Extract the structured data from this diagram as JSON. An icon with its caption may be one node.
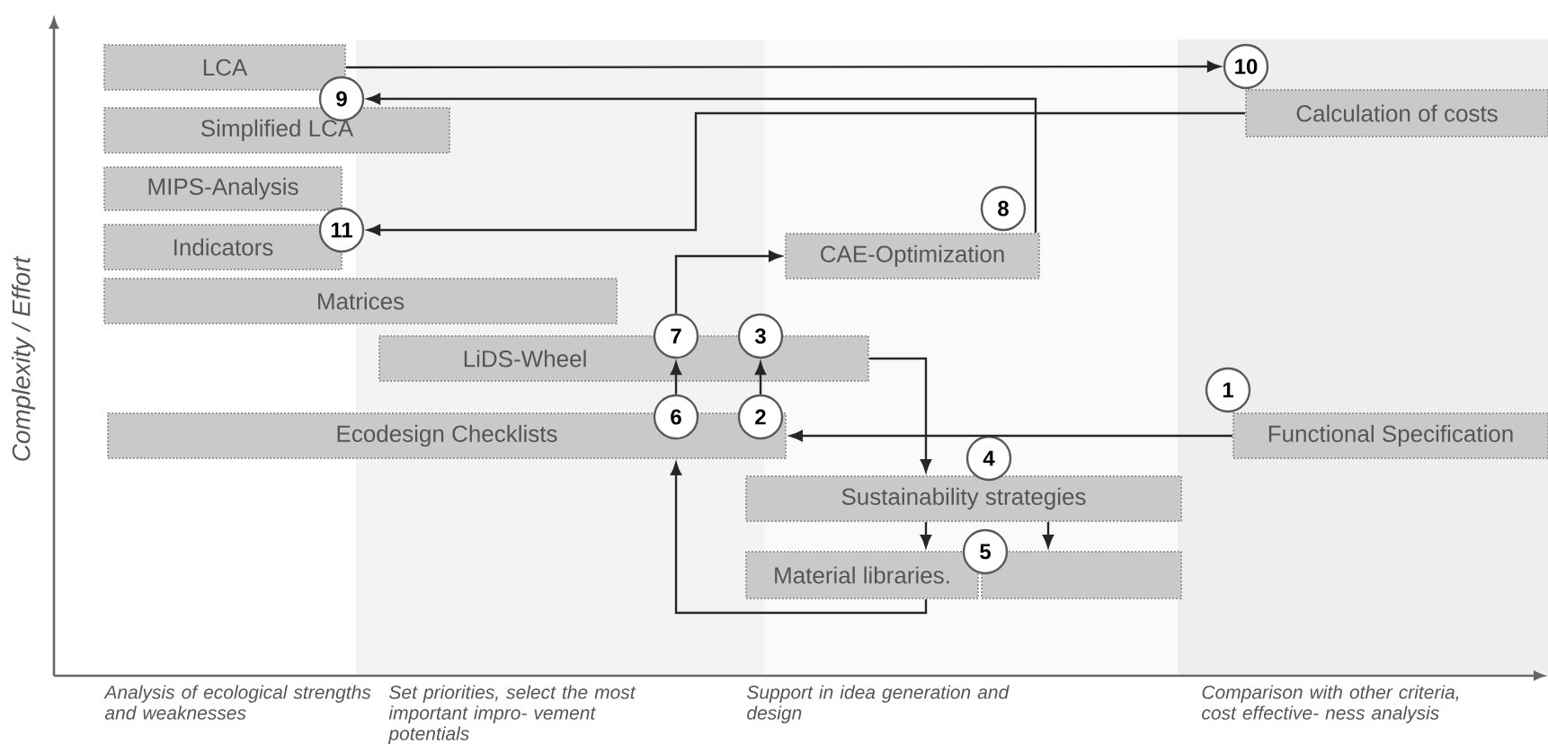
{
  "diagram": {
    "nodes": [
      {
        "text": [
          "LCA"
        ]
      },
      {
        "text": [
          "Simplified LCA"
        ]
      },
      {
        "text": [
          "MIPS-Analysis"
        ]
      },
      {
        "text": [
          "Indicators"
        ]
      },
      {
        "text": [
          "Matrices"
        ]
      },
      {
        "text": [
          "LiDS-Wheel"
        ]
      },
      {
        "text": [
          "Ecodesign Checklists"
        ]
      },
      {
        "text": [
          "CAE-Optimization"
        ]
      },
      {
        "text": [
          "Calculation of costs"
        ]
      },
      {
        "text": [
          "Functional Specification"
        ]
      },
      {
        "text": [
          "Sustainability strategies"
        ]
      },
      {
        "text": [
          "Material libraries."
        ]
      },
      {
        "text": [],
        "shape": "box"
      },
      {
        "text": [
          "1"
        ]
      },
      {
        "text": [
          "2"
        ]
      },
      {
        "text": [
          "3"
        ]
      },
      {
        "text": [
          "4"
        ]
      },
      {
        "text": [
          "5"
        ]
      },
      {
        "text": [
          "6"
        ]
      },
      {
        "text": [
          "7"
        ]
      },
      {
        "text": [
          "8"
        ]
      },
      {
        "text": [
          "9"
        ]
      },
      {
        "text": [
          "10"
        ]
      },
      {
        "text": [
          "11"
        ]
      }
    ],
    "edges": [
      {
        "from": 9,
        "to": 6,
        "arrow": "to"
      },
      {
        "from": 14,
        "to": 15,
        "arrow": "to"
      },
      {
        "from": 5,
        "to": 10,
        "arrow": "to"
      },
      {
        "from": 10,
        "to": 11,
        "arrow": "to"
      },
      {
        "from": 10,
        "to": 12,
        "arrow": "to"
      },
      {
        "from": 11,
        "to": 6,
        "arrow": "to"
      },
      {
        "from": 18,
        "to": 19,
        "arrow": "to"
      },
      {
        "from": 19,
        "to": 7,
        "arrow": "to"
      },
      {
        "from": 7,
        "to": 21,
        "arrow": "to"
      },
      {
        "from": 0,
        "to": 22,
        "arrow": "to"
      },
      {
        "from": 8,
        "to": 23,
        "arrow": "to"
      }
    ],
    "labels": [
      "Complexity / Effort",
      "Analysis of ecological strengths and weaknesses",
      "Set priorities, select the most important impro- vement potentials",
      "Support in idea generation and design",
      "Comparison with other criteria, cost effective- ness analysis"
    ]
  }
}
